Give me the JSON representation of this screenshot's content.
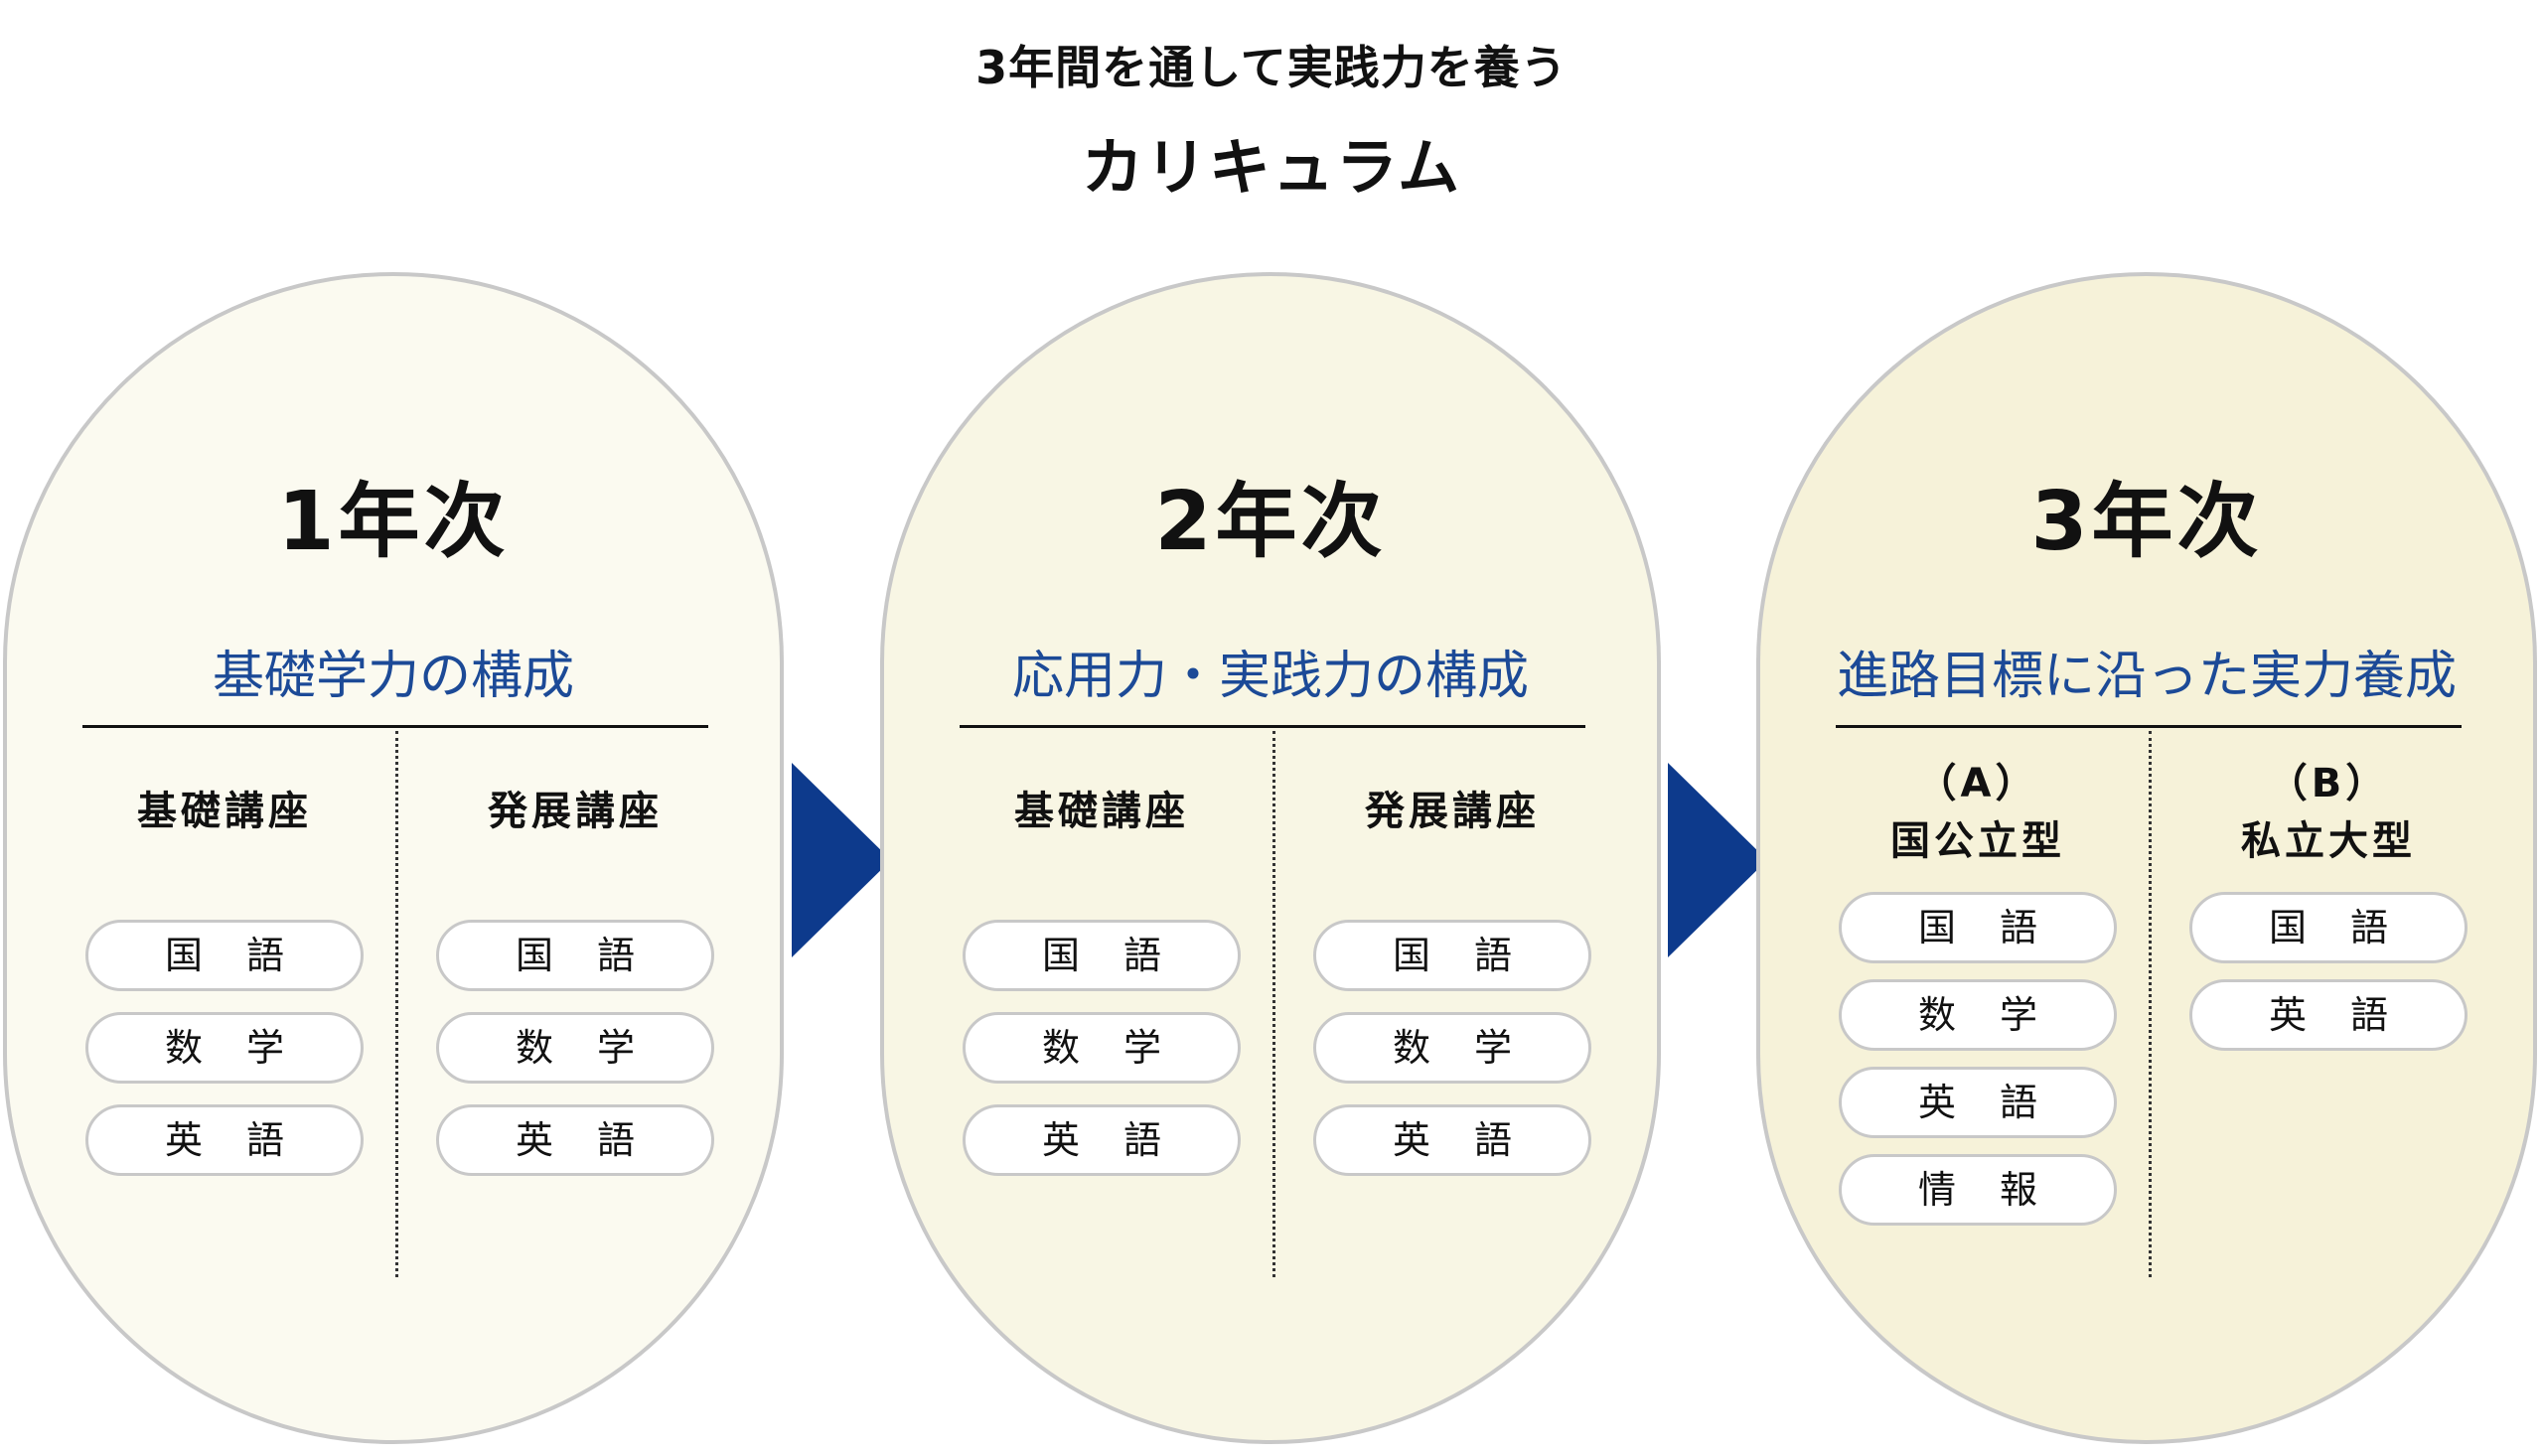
{
  "header": {
    "subtitle": "3年間を通して実践力を養う",
    "title": "カリキュラム"
  },
  "colors": {
    "theme_text": "#1c4a97",
    "arrow": "#0d3a8c",
    "card1_bg": "#fbfaf0",
    "card2_bg": "#f8f6e4",
    "card3_bg": "#f6f2d9",
    "border": "#c8c8c8"
  },
  "years": [
    {
      "label": "1年次",
      "theme": "基礎学力の構成",
      "columns": [
        {
          "heading": "基礎講座",
          "subjects": [
            "国 語",
            "数 学",
            "英 語"
          ]
        },
        {
          "heading": "発展講座",
          "subjects": [
            "国 語",
            "数 学",
            "英 語"
          ]
        }
      ]
    },
    {
      "label": "2年次",
      "theme": "応用力・実践力の構成",
      "columns": [
        {
          "heading": "基礎講座",
          "subjects": [
            "国 語",
            "数 学",
            "英 語"
          ]
        },
        {
          "heading": "発展講座",
          "subjects": [
            "国 語",
            "数 学",
            "英 語"
          ]
        }
      ]
    },
    {
      "label": "3年次",
      "theme": "進路目標に沿った実力養成",
      "columns": [
        {
          "heading_line1": "（A）",
          "heading_line2": "国公立型",
          "subjects": [
            "国 語",
            "数 学",
            "英 語",
            "情 報"
          ]
        },
        {
          "heading_line1": "（B）",
          "heading_line2": "私立大型",
          "subjects": [
            "国 語",
            "英 語"
          ]
        }
      ]
    }
  ]
}
